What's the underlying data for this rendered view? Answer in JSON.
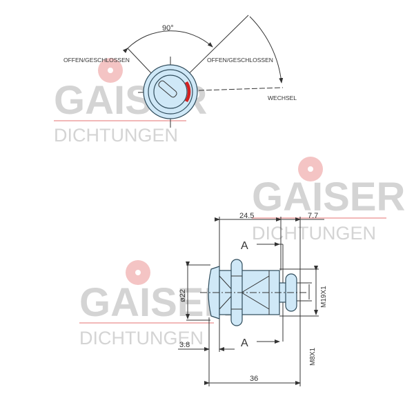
{
  "watermark": {
    "brand": "GAISER",
    "subtitle": "DICHTUNGEN"
  },
  "top_view": {
    "angle_label": "90°",
    "left_label": "OFFEN/GESCHLOSSEN",
    "right_label": "OFFEN/GESCHLOSSEN",
    "switch_label": "WECHSEL"
  },
  "side_view": {
    "dim_length_main": "24.5",
    "dim_length_tip": "7.7",
    "dim_total": "36",
    "dim_diameter": "ø22",
    "dim_head": "3.8",
    "thread_main": "M19X1",
    "thread_tip": "M8X1",
    "section_top": "A",
    "section_bottom": "A"
  },
  "colors": {
    "part_fill": "#cfe8f7",
    "accent_red": "#d42020",
    "watermark": "#d4d4d4"
  }
}
